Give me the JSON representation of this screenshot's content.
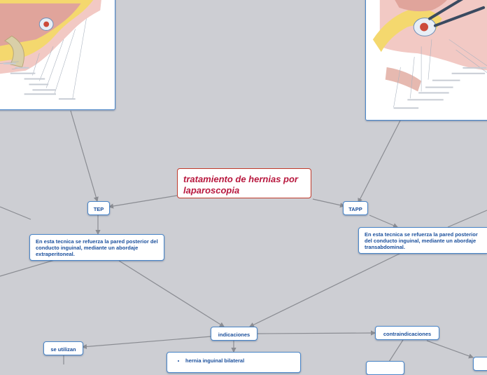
{
  "root": {
    "title": "tratamiento de hernias por laparoscopia"
  },
  "nodes": {
    "tep": "TEP",
    "tapp": "TAPP",
    "tep_desc": "En esta tecnica se refuerza la pared posterior del conducto inguinal, mediante un abordaje extraperitoneal.",
    "tapp_desc": "En esta tecnica se refuerza la pared posterior del conducto inguinal, mediante un abordaje transabdominal.",
    "indicaciones": "indicaciones",
    "contraindicaciones": "contraindicaciones",
    "se_utilizan": "se utilizan",
    "indicaciones_list": [
      "hernia inguinal bilateral"
    ]
  },
  "colors": {
    "background": "#cdced3",
    "node_border": "#4a86c8",
    "node_text": "#1a4f9c",
    "root_text": "#b8183e",
    "root_border": "#c0392b",
    "connector": "#8a8c92"
  },
  "images": [
    "anatomy-illustration-left",
    "anatomy-illustration-right"
  ]
}
